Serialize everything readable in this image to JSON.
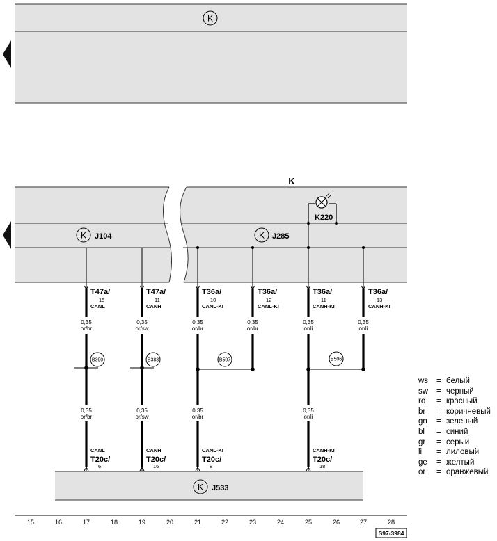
{
  "top_box": {
    "symbol": "K"
  },
  "fault_symbol": "K",
  "warning_lamp": {
    "label": "K220"
  },
  "modules": [
    {
      "id": "j104",
      "label": "J104"
    },
    {
      "id": "j285",
      "label": "J285"
    },
    {
      "id": "j533",
      "label": "J533"
    }
  ],
  "wires": [
    {
      "col": "17",
      "top_label_main": "T47a/",
      "top_label_pin": "15",
      "top_label_signal": "CANL",
      "upper_size": "0,35",
      "upper_color": "or/br",
      "lower_size": "0,35",
      "lower_color": "or/br",
      "bottom_label_signal": "CANL",
      "bottom_label_main": "T20c/",
      "bottom_label_pin": "6",
      "junction": "B390"
    },
    {
      "col": "19",
      "top_label_main": "T47a/",
      "top_label_pin": "11",
      "top_label_signal": "CANH",
      "upper_size": "0,35",
      "upper_color": "or/sw",
      "lower_size": "0,35",
      "lower_color": "or/sw",
      "bottom_label_signal": "CANH",
      "bottom_label_main": "T20c/",
      "bottom_label_pin": "16",
      "junction": "B383"
    },
    {
      "col": "21",
      "top_label_main": "T36a/",
      "top_label_pin": "10",
      "top_label_signal": "CANL-KI",
      "upper_size": "0,35",
      "upper_color": "or/br",
      "lower_size": "0,35",
      "lower_color": "or/br",
      "bottom_label_signal": "CANL-KI",
      "bottom_label_main": "T20c/",
      "bottom_label_pin": "8",
      "junction": "B507"
    },
    {
      "col": "23",
      "top_label_main": "T36a/",
      "top_label_pin": "12",
      "top_label_signal": "CANL-KI",
      "upper_size": "0,35",
      "upper_color": "or/br"
    },
    {
      "col": "25",
      "top_label_main": "T36a/",
      "top_label_pin": "11",
      "top_label_signal": "CANH-KI",
      "upper_size": "0,35",
      "upper_color": "or/li",
      "lower_size": "0,35",
      "lower_color": "or/li",
      "bottom_label_signal": "CANH-KI",
      "bottom_label_main": "T20c/",
      "bottom_label_pin": "18",
      "junction": "B506"
    },
    {
      "col": "27",
      "top_label_main": "T36a/",
      "top_label_pin": "13",
      "top_label_signal": "CANH-KI",
      "upper_size": "0,35",
      "upper_color": "or/li"
    }
  ],
  "column_numbers": [
    "15",
    "16",
    "17",
    "18",
    "19",
    "20",
    "21",
    "22",
    "23",
    "24",
    "25",
    "26",
    "27",
    "28"
  ],
  "drawing_number": "S97-3984",
  "legend": [
    {
      "code": "ws",
      "eq": "=",
      "name": "белый"
    },
    {
      "code": "sw",
      "eq": "=",
      "name": "черный"
    },
    {
      "code": "ro",
      "eq": "=",
      "name": "красный"
    },
    {
      "code": "br",
      "eq": "=",
      "name": "коричневый"
    },
    {
      "code": "gn",
      "eq": "=",
      "name": "зеленый"
    },
    {
      "code": "bl",
      "eq": "=",
      "name": "синий"
    },
    {
      "code": "gr",
      "eq": "=",
      "name": "серый"
    },
    {
      "code": "li",
      "eq": "=",
      "name": "лиловый"
    },
    {
      "code": "ge",
      "eq": "=",
      "name": "желтый"
    },
    {
      "code": "or",
      "eq": "=",
      "name": "оранжевый"
    }
  ]
}
